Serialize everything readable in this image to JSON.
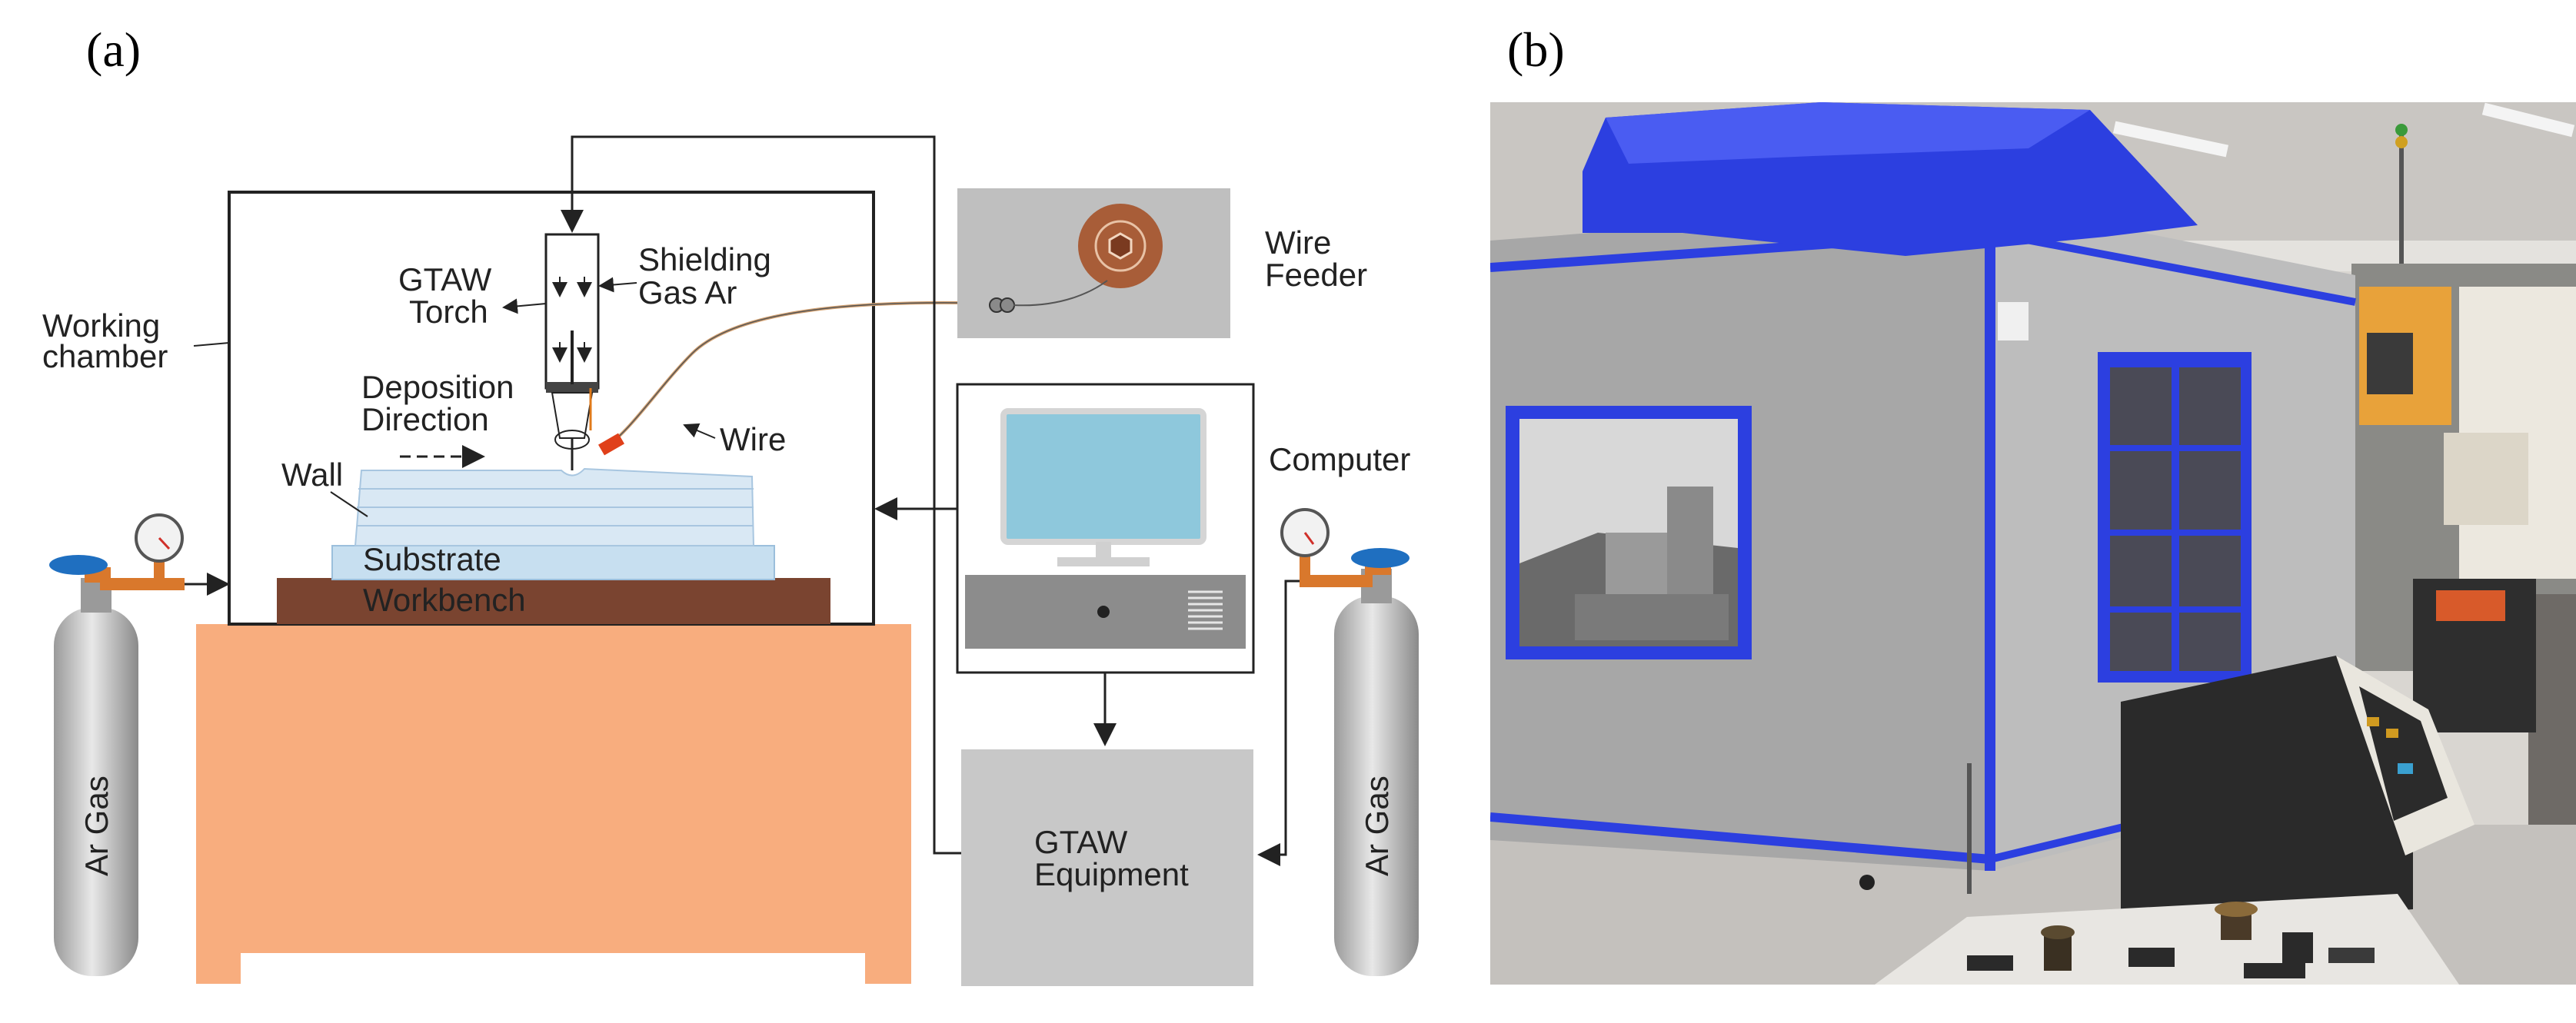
{
  "panel_a": {
    "label": "(a)",
    "chamber_label": [
      "Working",
      "chamber"
    ],
    "torch_label": [
      "GTAW",
      "Torch"
    ],
    "shielding_label": [
      "Shielding",
      "Gas Ar"
    ],
    "deposition_label": [
      "Deposition",
      "Direction"
    ],
    "wire_label": "Wire",
    "wall_label": "Wall",
    "substrate_label": "Substrate",
    "workbench_label": "Workbench",
    "wire_feeder_label": [
      "Wire",
      "Feeder"
    ],
    "computer_label": "Computer",
    "equipment_label": [
      "GTAW",
      "Equipment"
    ],
    "gas_left_label": "Ar Gas",
    "gas_right_label": "Ar Gas"
  },
  "panel_b": {
    "label": "(b)"
  },
  "colors": {
    "table": "#f8ad7e",
    "workbench": "#7a4430",
    "substrate": "#c7dff0",
    "feeder_box": "#bfbfbf",
    "spool": "#a85d38",
    "monitor_screen": "#8ec8dc",
    "equipment_box": "#c8c8c8",
    "cylinder": "#c4c4c4",
    "valve": "#1f6fc0",
    "pipe": "#d9782c",
    "roof_blue": "#2c3fe0",
    "chamber_wall": "#9b9b9b"
  }
}
